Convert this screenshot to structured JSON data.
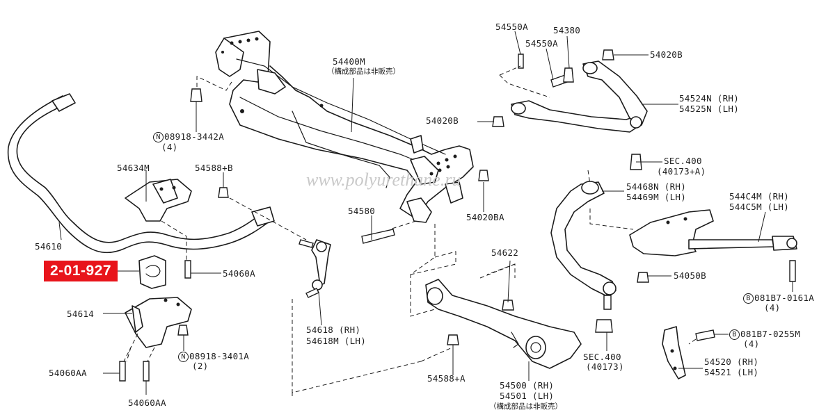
{
  "watermark": "www.polyurethane.ru",
  "highlight_part": "2-01-927",
  "labels": {
    "l_54400m": "54400M",
    "l_54400m_note": "（構成部品は非販売）",
    "l_54550a_1": "54550A",
    "l_54380": "54380",
    "l_54550a_2": "54550A",
    "l_54020b_top": "54020B",
    "l_54524n": "54524N (RH)",
    "l_54525n": "54525N (LH)",
    "l_54020b_left": "54020B",
    "l_sec400_a": "SEC.400",
    "l_40173a": "(40173+A)",
    "l_08918_3442a": "08918-3442A",
    "l_08918_3442a_qty": "(4)",
    "l_54634m": "54634M",
    "l_54588b": "54588+B",
    "l_54580": "54580",
    "l_54020ba": "54020BA",
    "l_54468n": "54468N (RH)",
    "l_54469m": "54469M (LH)",
    "l_544c4m": "544C4M (RH)",
    "l_544c5m": "544C5M (LH)",
    "l_54610": "54610",
    "l_54060a": "54060A",
    "l_54622": "54622",
    "l_54050b": "54050B",
    "l_081b7_0161a": "081B7-0161A",
    "l_081b7_0161a_qty": "(4)",
    "l_54614": "54614",
    "l_54618": "54618 (RH)",
    "l_54618m": "54618M (LH)",
    "l_08918_3401a": "08918-3401A",
    "l_08918_3401a_qty": "(2)",
    "l_sec400_b": "SEC.400",
    "l_40173": "(40173)",
    "l_081b7_0255m": "081B7-0255M",
    "l_081b7_0255m_qty": "(4)",
    "l_54060aa_1": "54060AA",
    "l_54588a": "54588+A",
    "l_54500": "54500 (RH)",
    "l_54501": "54501 (LH)",
    "l_54501_note": "（構成部品は非販売）",
    "l_54520": "54520 (RH)",
    "l_54521": "54521 (LH)",
    "l_54060aa_2": "54060AA"
  },
  "symbols": {
    "n_mark": "N",
    "b_mark": "B"
  }
}
